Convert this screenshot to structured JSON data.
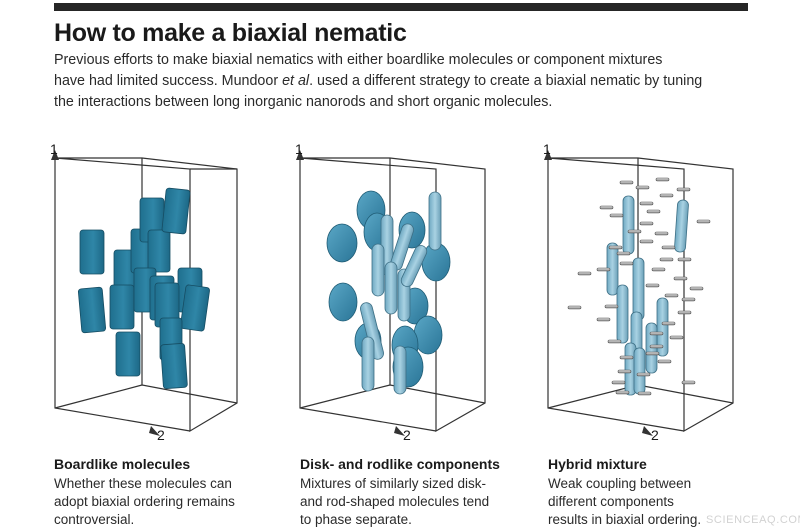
{
  "title": "How to make a biaxial nematic",
  "intro": {
    "line1": "Previous efforts to make biaxial nematics with either boardlike molecules or component mixtures",
    "line2": "have had limited success. Mundoor ",
    "line2_em": "et al",
    "line2_tail": ". used a different strategy to create a biaxial nematic by tuning",
    "line3": "the interactions between long inorganic nanorods and short organic molecules."
  },
  "axis_labels": {
    "vertical": "1",
    "horizontal": "2"
  },
  "colors": {
    "board": "#2a7fa0",
    "disk": "#3c8fb1",
    "rod": "#8ec2d9",
    "stick": "#b5b5b5",
    "frame": "#333333"
  },
  "panels": [
    {
      "title": "Boardlike molecules",
      "text": [
        "Whether these molecules can",
        "adopt biaxial ordering remains",
        "controversial."
      ]
    },
    {
      "title": "Disk- and rodlike components",
      "text": [
        "Mixtures of similarly sized disk-",
        "and rod-shaped molecules tend",
        "to phase separate."
      ]
    },
    {
      "title": "Hybrid mixture",
      "text": [
        "Weak coupling between",
        "different components",
        "results in biaxial ordering."
      ]
    }
  ],
  "watermark": "SCIENCEAQ.COM"
}
